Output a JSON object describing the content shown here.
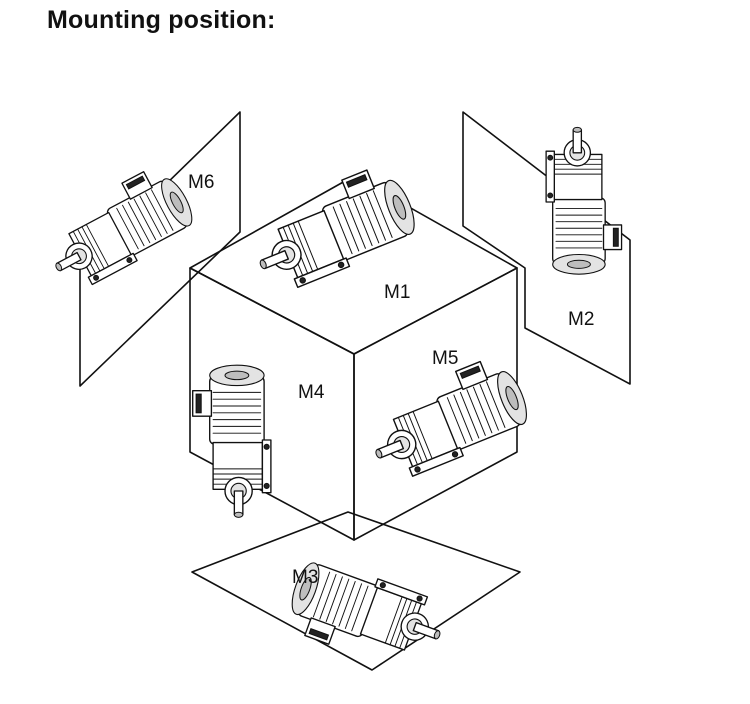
{
  "title": "Mounting position:",
  "positions": [
    {
      "id": "M1",
      "label": "M1",
      "surface": "top face"
    },
    {
      "id": "M2",
      "label": "M2",
      "surface": "right panel"
    },
    {
      "id": "M3",
      "label": "M3",
      "surface": "floor panel"
    },
    {
      "id": "M4",
      "label": "M4",
      "surface": "left face"
    },
    {
      "id": "M5",
      "label": "M5",
      "surface": "right face"
    },
    {
      "id": "M6",
      "label": "M6",
      "surface": "left panel"
    }
  ]
}
